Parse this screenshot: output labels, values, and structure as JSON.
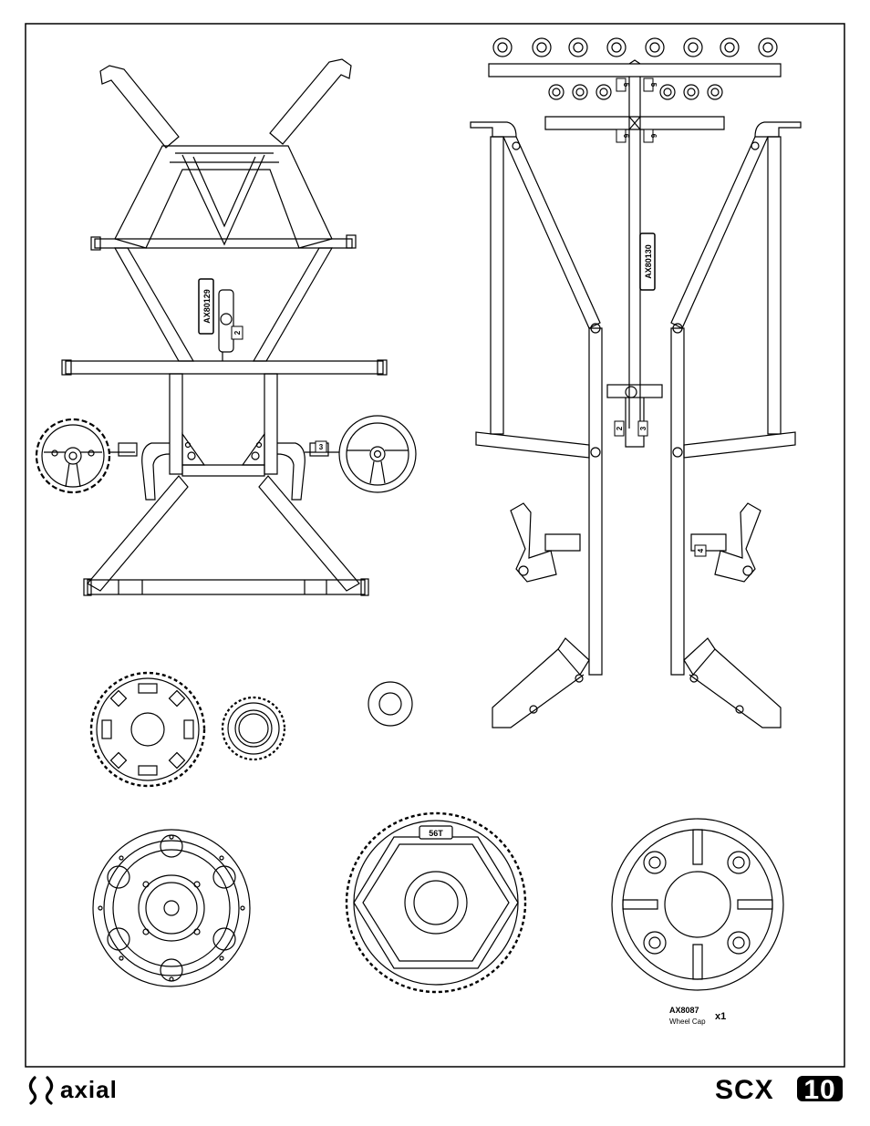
{
  "sheet": {
    "roll_cage_tag": "AX80129",
    "side_cage_tag": "AX80130",
    "gear_teeth_label": "56T",
    "spoke_numbers": [
      "5",
      "5"
    ],
    "tnumbers": [
      "6",
      "6"
    ],
    "small_numbers": [
      "2",
      "3",
      "2",
      "3",
      "4"
    ]
  },
  "part_callout": {
    "part_number": "AX8087",
    "part_name": "Wheel Cap",
    "quantity": "x1"
  },
  "footer": {
    "brand_left": "axial",
    "brand_right_text": "SCX",
    "brand_right_number": "10"
  }
}
